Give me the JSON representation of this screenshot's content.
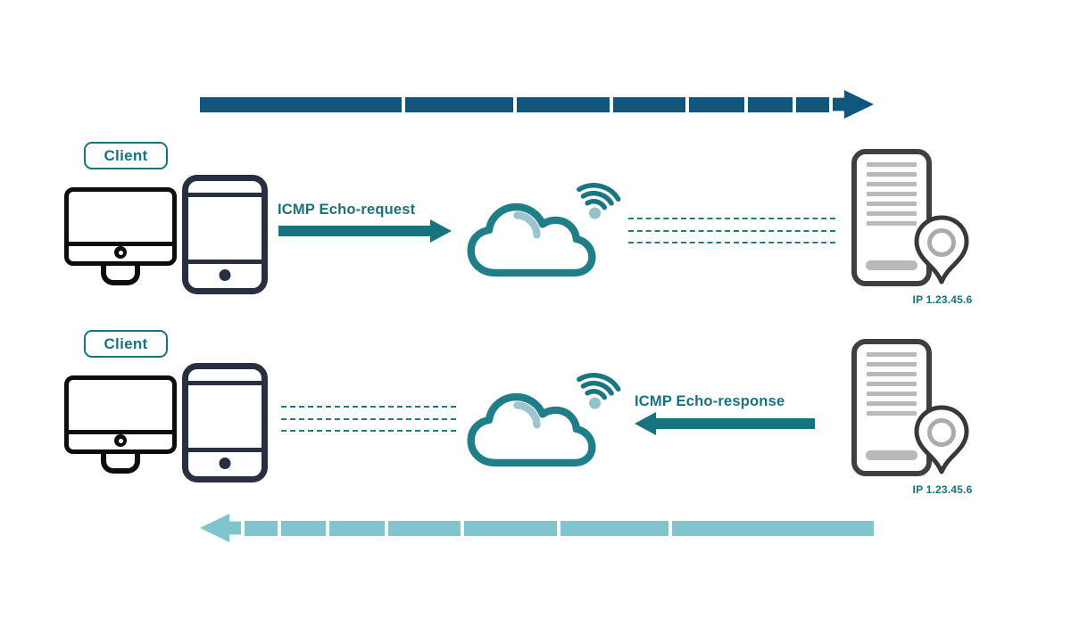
{
  "diagram": {
    "type": "icmp-ping-flow",
    "rows": [
      {
        "client_label": "Client",
        "flow_label": "ICMP Echo-request",
        "flow_direction": "right",
        "server_ip": "IP 1.23.45.6"
      },
      {
        "client_label": "Client",
        "flow_label": "ICMP Echo-response",
        "flow_direction": "left",
        "server_ip": "IP 1.23.45.6"
      }
    ],
    "icons": [
      "desktop-computer-icon",
      "smartphone-icon",
      "cloud-icon",
      "wifi-signal-icon",
      "server-icon",
      "location-pin-icon"
    ]
  },
  "colors": {
    "request_bar_dark_blue": "#10567D",
    "response_bar_light_teal": "#80C4CE",
    "accent_teal": "#17737F",
    "cloud_stroke_teal": "#1E7F89",
    "light_blue_accent": "#9CC5D2",
    "phone_dark_navy": "#2A2E41",
    "server_gray": "#3F3F3F",
    "server_line_gray": "#B9B9B9",
    "desktop_black": "#0D0D0D"
  }
}
